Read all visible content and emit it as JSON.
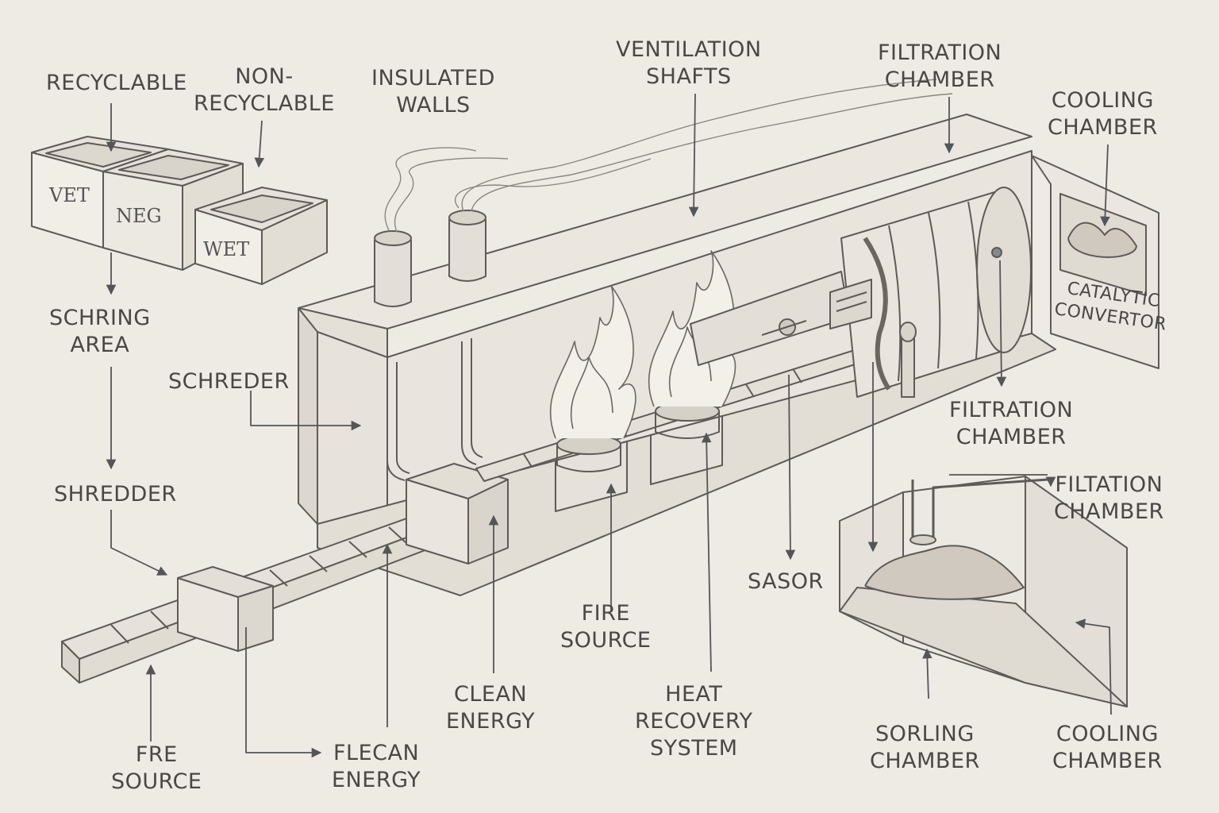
{
  "labels": {
    "recyclable": "RECYCLABLE",
    "non_recyclable": [
      "NON-",
      "RECYCLABLE"
    ],
    "insulated_walls": [
      "INSULATED",
      "WALLS"
    ],
    "ventilation_shafts": [
      "VENTILATION",
      "SHAFTS"
    ],
    "filtration_chamber_top": [
      "FILTRATION",
      "CHAMBER"
    ],
    "cooling_chamber_top": [
      "COOLING",
      "CHAMBER"
    ],
    "schring_area": [
      "SCHRING",
      "AREA"
    ],
    "schreder": "SCHREDER",
    "shredder": "SHREDDER",
    "catalytic_convertor": [
      "CATALYTIC",
      "CONVERTOR"
    ],
    "filtration_chamber_mid": [
      "FILTRATION",
      "CHAMBER"
    ],
    "filtation_chamber": [
      "FILTATION",
      "CHAMBER"
    ],
    "sasor": "SASOR",
    "fire_source_center": [
      "FIRE",
      "SOURCE"
    ],
    "clean_energy": [
      "CLEAN",
      "ENERGY"
    ],
    "heat_recovery": [
      "HEAT",
      "RECOVERY",
      "SYSTEM"
    ],
    "fre_source": [
      "FRE",
      "SOURCE"
    ],
    "flecan_energy": [
      "FLECAN",
      "ENERGY"
    ],
    "sorling_chamber": [
      "SORLING",
      "CHAMBER"
    ],
    "cooling_chamber_bottom": [
      "COOLING",
      "CHAMBER"
    ]
  },
  "bins": {
    "bin1": "VET",
    "bin2": "NEG",
    "bin3": "WET"
  },
  "colors": {
    "background": "#eeebe5",
    "line": "#5a5754",
    "text": "#4a4744"
  }
}
